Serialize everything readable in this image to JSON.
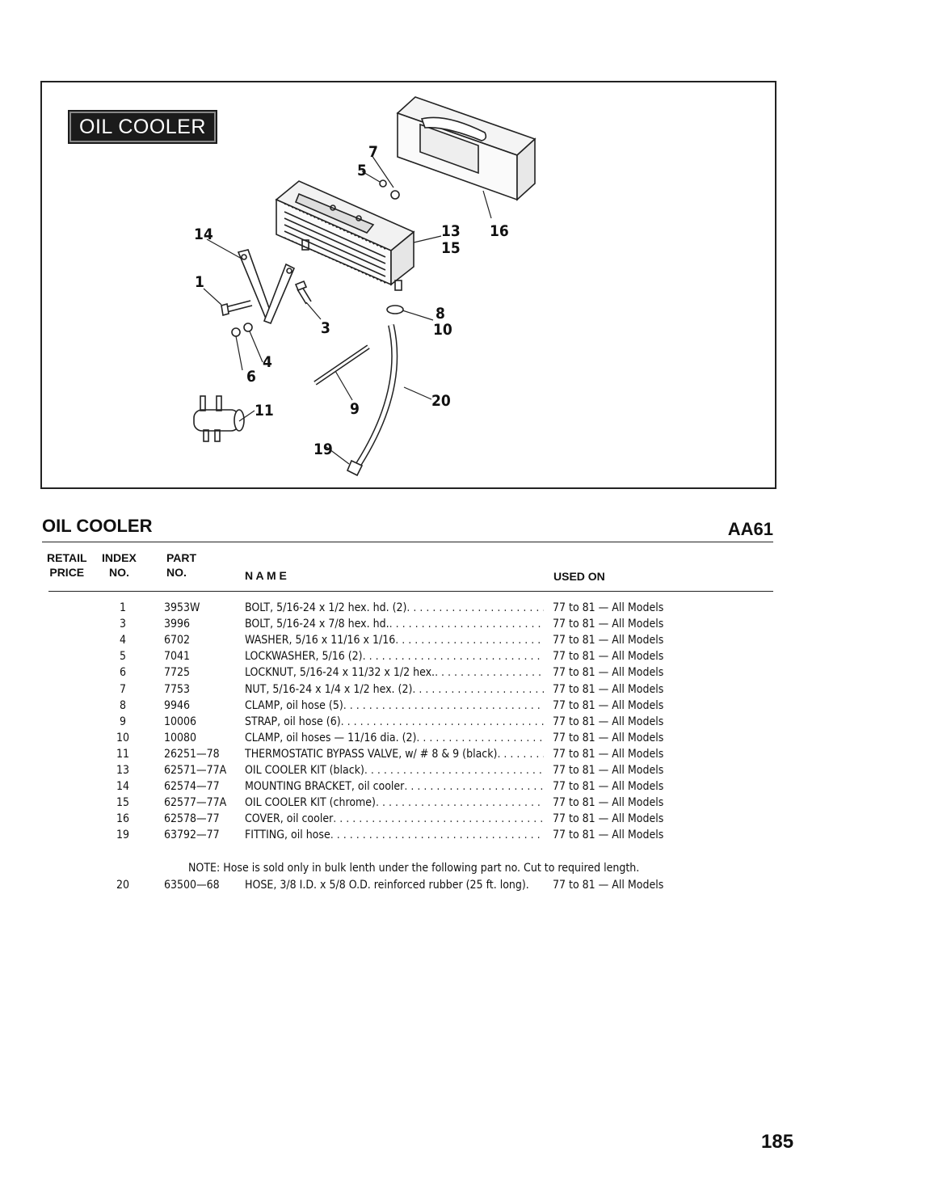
{
  "figure": {
    "badge": "OIL COOLER",
    "callouts": [
      "7",
      "5",
      "14",
      "13",
      "15",
      "16",
      "1",
      "8",
      "10",
      "3",
      "4",
      "6",
      "20",
      "11",
      "9",
      "19"
    ]
  },
  "section": {
    "title": "OIL COOLER",
    "code": "AA61"
  },
  "columns": {
    "retail": [
      "RETAIL",
      "PRICE"
    ],
    "index": [
      "INDEX",
      "NO."
    ],
    "part": [
      "PART",
      "NO."
    ],
    "name": "N A M E",
    "used_on": "USED ON"
  },
  "rows": [
    {
      "index": "1",
      "part": "3953W",
      "name": "BOLT, 5/16-24 x 1/2 hex. hd. (2)",
      "used": "77 to 81 — All Models"
    },
    {
      "index": "3",
      "part": "3996",
      "name": "BOLT, 5/16-24 x 7/8 hex. hd.",
      "used": "77 to 81 — All Models"
    },
    {
      "index": "4",
      "part": "6702",
      "name": "WASHER, 5/16 x 11/16 x 1/16",
      "used": "77 to 81 — All Models"
    },
    {
      "index": "5",
      "part": "7041",
      "name": "LOCKWASHER, 5/16 (2)",
      "used": "77 to 81 — All Models"
    },
    {
      "index": "6",
      "part": "7725",
      "name": "LOCKNUT, 5/16-24 x 11/32 x 1/2 hex.",
      "used": "77 to 81 — All Models"
    },
    {
      "index": "7",
      "part": "7753",
      "name": "NUT, 5/16-24 x 1/4 x 1/2 hex. (2)",
      "used": "77 to 81 — All Models"
    },
    {
      "index": "8",
      "part": "9946",
      "name": "CLAMP, oil hose (5)",
      "used": "77 to 81 — All Models"
    },
    {
      "index": "9",
      "part": "10006",
      "name": "STRAP, oil hose (6)",
      "used": "77 to 81 — All Models"
    },
    {
      "index": "10",
      "part": "10080",
      "name": "CLAMP, oil hoses — 11/16 dia. (2)",
      "used": "77 to 81 — All Models"
    },
    {
      "index": "11",
      "part": "26251—78",
      "name": "THERMOSTATIC BYPASS VALVE, w/ # 8 & 9 (black)",
      "used": "77 to 81 — All Models"
    },
    {
      "index": "13",
      "part": "62571—77A",
      "name": "OIL COOLER KIT (black)",
      "used": "77 to 81 — All Models"
    },
    {
      "index": "14",
      "part": "62574—77",
      "name": "MOUNTING BRACKET, oil cooler",
      "used": "77 to 81 — All Models"
    },
    {
      "index": "15",
      "part": "62577—77A",
      "name": "OIL COOLER KIT (chrome)",
      "used": "77 to 81 — All Models"
    },
    {
      "index": "16",
      "part": "62578—77",
      "name": "COVER, oil cooler",
      "used": "77 to 81 — All Models"
    },
    {
      "index": "19",
      "part": "63792—77",
      "name": "FITTING, oil hose",
      "used": "77 to 81 — All Models"
    }
  ],
  "note": "NOTE: Hose is sold only in bulk lenth under the following part no. Cut to required length.",
  "last_row": {
    "index": "20",
    "part": "63500—68",
    "name": "HOSE, 3/8 I.D. x 5/8 O.D. reinforced rubber (25 ft. long).",
    "used": "77 to 81 — All Models"
  },
  "page_number": "185"
}
